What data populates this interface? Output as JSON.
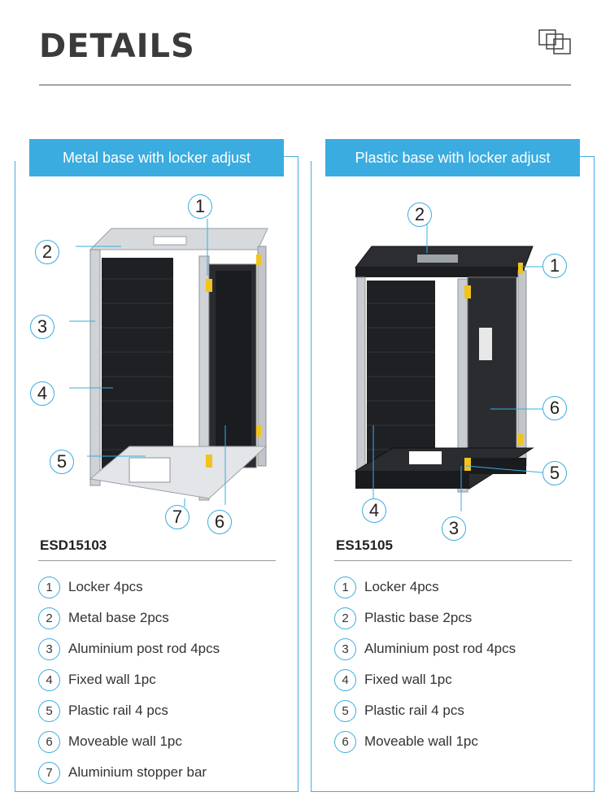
{
  "page": {
    "title": "DETAILS"
  },
  "panels": [
    {
      "header": "Metal base with locker adjust",
      "model": "ESD15103",
      "callouts": [
        "1",
        "2",
        "3",
        "4",
        "5",
        "6",
        "7"
      ],
      "parts": [
        {
          "num": "1",
          "label": "Locker 4pcs"
        },
        {
          "num": "2",
          "label": "Metal base 2pcs"
        },
        {
          "num": "3",
          "label": "Aluminium post rod 4pcs"
        },
        {
          "num": "4",
          "label": "Fixed wall 1pc"
        },
        {
          "num": "5",
          "label": "Plastic rail 4 pcs"
        },
        {
          "num": "6",
          "label": "Moveable wall 1pc"
        },
        {
          "num": "7",
          "label": "Aluminium stopper bar"
        }
      ]
    },
    {
      "header": "Plastic base with locker adjust",
      "model": "ES15105",
      "callouts": [
        "2",
        "1",
        "6",
        "5",
        "4",
        "3"
      ],
      "parts": [
        {
          "num": "1",
          "label": "Locker 4pcs"
        },
        {
          "num": "2",
          "label": "Plastic base 2pcs"
        },
        {
          "num": "3",
          "label": "Aluminium post rod 4pcs"
        },
        {
          "num": "4",
          "label": "Fixed wall 1pc"
        },
        {
          "num": "5",
          "label": "Plastic rail 4 pcs"
        },
        {
          "num": "6",
          "label": "Moveable wall 1pc"
        }
      ]
    }
  ],
  "colors": {
    "accent": "#3aace0",
    "title": "#3b3b3b",
    "rack_dark": "#1e1f22",
    "aluminium": "#c9ccd0"
  }
}
